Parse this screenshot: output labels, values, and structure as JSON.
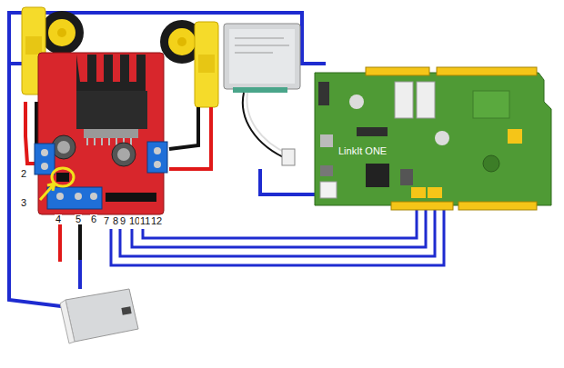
{
  "diagram": {
    "nodes": [
      {
        "text": [
          "LinkIt ONE"
        ]
      }
    ],
    "labels": [
      "2",
      "3",
      "4",
      "5",
      "6",
      "7",
      "8",
      "9",
      "10",
      "11",
      "12"
    ]
  }
}
